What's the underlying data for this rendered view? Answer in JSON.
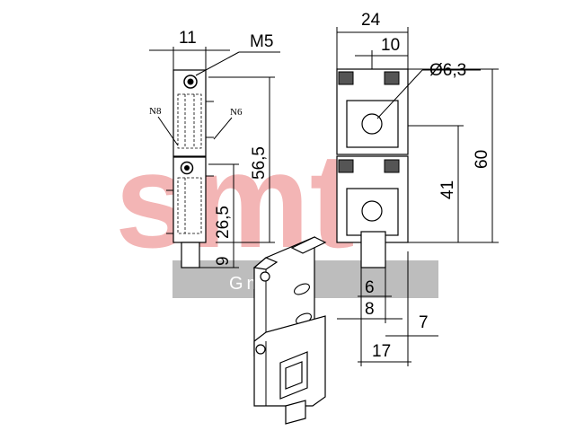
{
  "watermark": {
    "logo_text": "smt",
    "banner_text": "GmbH",
    "color": "#f3b5b5",
    "banner_color": "#bdbdbd"
  },
  "left_view": {
    "width_dim": "11",
    "thread_label": "M5",
    "n8_label": "N8",
    "n6_label": "N6",
    "height_total": "56,5",
    "height_mid": "26,5",
    "height_bottom": "9"
  },
  "front_view": {
    "width_total": "24",
    "width_inner": "10",
    "hole_dia": "Ø6,3",
    "height_total": "60",
    "height_lower": "41",
    "pin_width": "6",
    "pin_outer": "8",
    "offset": "7",
    "base_width": "17"
  }
}
